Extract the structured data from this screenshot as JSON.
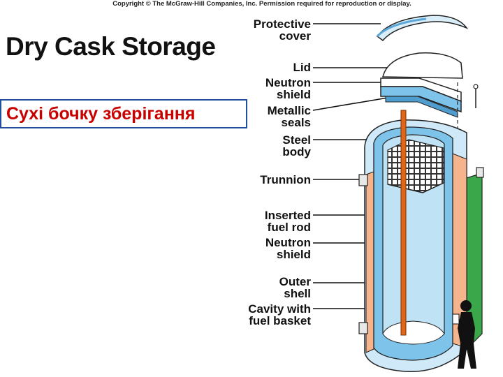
{
  "copyright": "Copyright © The McGraw-Hill Companies, Inc. Permission required for reproduction or display.",
  "title": "Dry Cask Storage",
  "translation_box": "Сухі бочку зберігання",
  "labels": {
    "protective_cover": [
      "Protective",
      "cover"
    ],
    "lid": [
      "Lid"
    ],
    "neutron_shield_top": [
      "Neutron",
      "shield"
    ],
    "metallic_seals": [
      "Metallic",
      "seals"
    ],
    "steel_body": [
      "Steel",
      "body"
    ],
    "trunnion": [
      "Trunnion"
    ],
    "inserted_fuel_rod": [
      "Inserted",
      "fuel rod"
    ],
    "neutron_shield_side": [
      "Neutron",
      "shield"
    ],
    "outer_shell": [
      "Outer",
      "shell"
    ],
    "cavity": [
      "Cavity with",
      "fuel basket"
    ]
  },
  "colors": {
    "title_text": "#111111",
    "translation_text": "#c80000",
    "translation_border": "#1f4e9a",
    "cask_blue": "#7ec3ea",
    "cask_light_blue": "#cfe9f8",
    "neutron_shield_orange": "#f6b48c",
    "fuel_rod": "#e0661a",
    "outer_green": "#3aa84a"
  },
  "icons": [
    "person-silhouette-icon",
    "bolt-icon"
  ]
}
